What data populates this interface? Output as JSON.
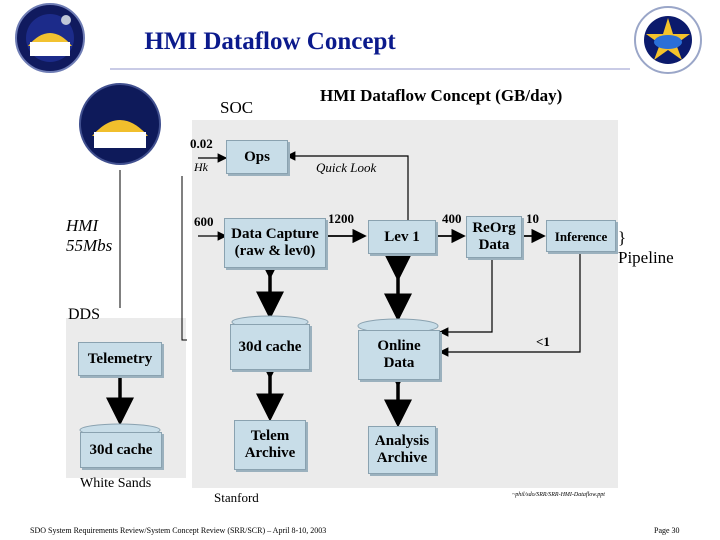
{
  "slide": {
    "title": "HMI Dataflow Concept",
    "footer_left": "SDO System Requirements Review/System Concept Review (SRR/SCR) – April 8-10, 2003",
    "footer_right": "Page 30"
  },
  "diagram": {
    "heading": "HMI Dataflow Concept (GB/day)",
    "soc_label": "SOC",
    "hmi_label": "HMI\n55Mbs",
    "dds_label": "DDS",
    "white_sands_label": "White Sands",
    "stanford_label": "Stanford",
    "url_text": "~phil/sdo/SRR/SRR-HMI-Dataflow.ppt",
    "pipeline_label": "} Pipeline",
    "boxes": {
      "ops": "Ops",
      "data_capture": "Data Capture\n(raw & lev0)",
      "lev1": "Lev 1",
      "reorg": "ReOrg\nData",
      "inference": "Inference",
      "cache_stanford": "30d cache",
      "online": "Online\nData",
      "telem_archive": "Telem\nArchive",
      "analysis_archive": "Analysis\nArchive",
      "telemetry": "Telemetry",
      "cache_ws": "30d cache"
    },
    "flows": {
      "hk_rate": "0.02",
      "hk_label": "Hk",
      "quick_look": "Quick Look",
      "in_rate": "600",
      "capture_to_lev1": "1200",
      "lev1_to_reorg": "400",
      "reorg_to_inference": "10",
      "inference_to_online": "<1"
    }
  },
  "colors": {
    "title": "#0b1a8c",
    "box_fill": "#c8dde8",
    "panel_fill": "#ebebeb",
    "arrow": "#000000"
  }
}
